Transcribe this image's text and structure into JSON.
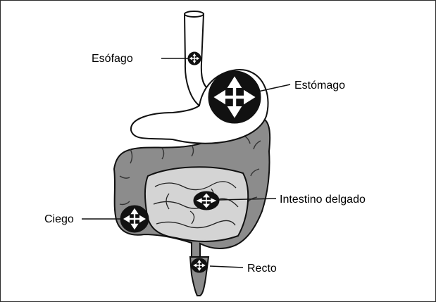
{
  "labels": {
    "esophagus": "Esófago",
    "stomach": "Estómago",
    "small_intestine": "Intestino delgado",
    "cecum": "Ciego",
    "rectum": "Recto"
  },
  "colors": {
    "outline": "#111111",
    "large_intestine": "#8c8c8c",
    "small_intestine": "#d4d4d4",
    "stomach_fill": "#ffffff",
    "marker": "#111111",
    "arrow": "#ffffff"
  },
  "icons": {
    "marker": "four-way-arrow-icon"
  }
}
